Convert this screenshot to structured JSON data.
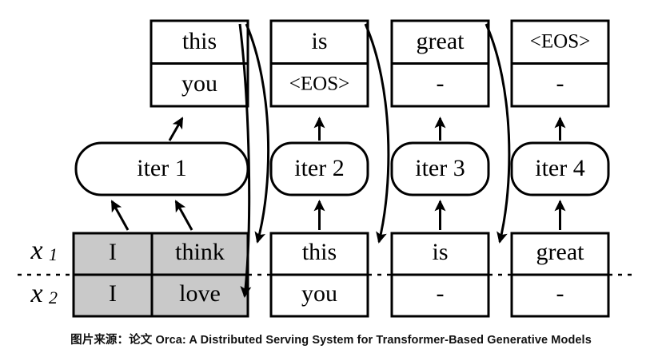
{
  "figure": {
    "title": "Orca iteration-level batching illustration",
    "row_labels": [
      {
        "base": "x",
        "sub": "1"
      },
      {
        "base": "x",
        "sub": "2"
      }
    ],
    "columns": [
      {
        "id": "col1",
        "iteration_label": "iter 1",
        "output": {
          "row1": "this",
          "row2": "you"
        },
        "input": {
          "row1": "I",
          "row2": "I",
          "row1b": "think",
          "row2b": "love",
          "shaded": true
        }
      },
      {
        "id": "col2",
        "iteration_label": "iter 2",
        "output": {
          "row1": "is",
          "row2": "<EOS>"
        },
        "input": {
          "row1": "this",
          "row2": "you",
          "shaded": false
        }
      },
      {
        "id": "col3",
        "iteration_label": "iter 3",
        "output": {
          "row1": "great",
          "row2": "-"
        },
        "input": {
          "row1": "is",
          "row2": "-",
          "shaded": false
        }
      },
      {
        "id": "col4",
        "iteration_label": "iter 4",
        "output": {
          "row1": "<EOS>",
          "row2": "-"
        },
        "input": {
          "row1": "great",
          "row2": "-",
          "shaded": false
        }
      }
    ],
    "colors": {
      "shaded_fill": "#c9c9c9",
      "stroke": "#000000",
      "background": "#ffffff"
    }
  },
  "caption": {
    "text": "图片来源：论文 Orca: A Distributed Serving System for Transformer-Based Generative Models"
  }
}
